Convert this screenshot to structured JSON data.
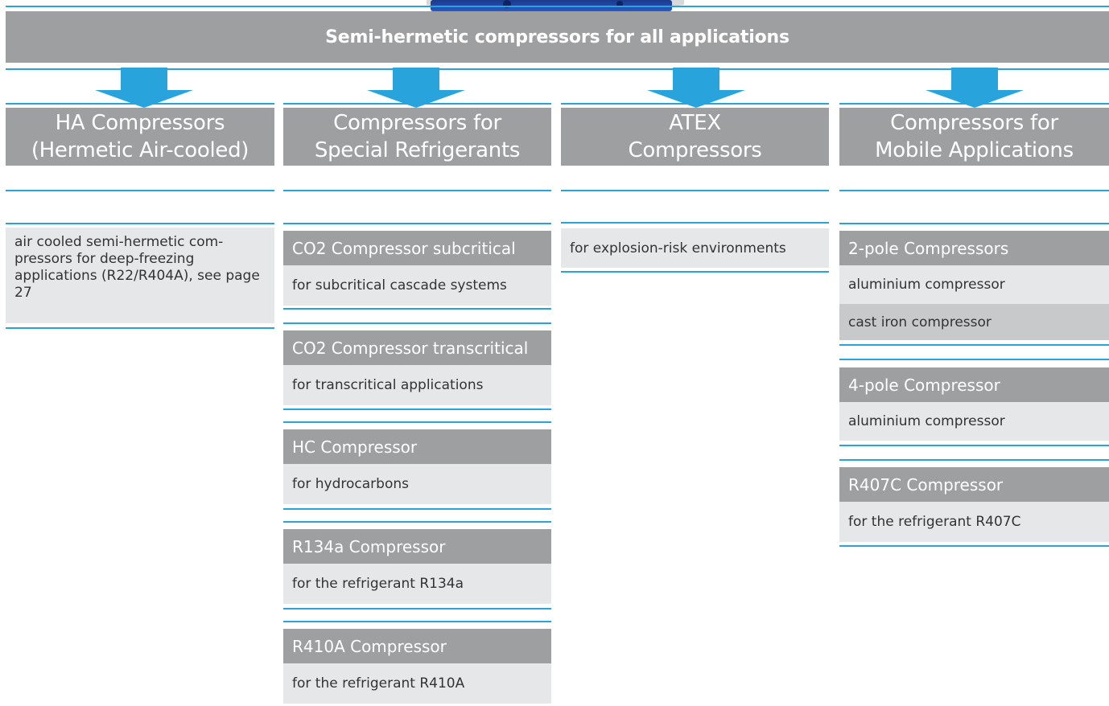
{
  "title": "Semi-hermetic compressors for all applications",
  "colors": {
    "accent_blue": "#29a3dc",
    "box_gray": "#9e9fa1",
    "desc_bg": "#e6e7e9",
    "desc_bg_dark": "#c8c9cb"
  },
  "columns": [
    {
      "heading": "HA Compressors\n(Hermetic Air-cooled)",
      "items": [
        {
          "name": "",
          "descriptions": [
            "air cooled semi-hermetic com-pressors for deep-freezing applications (R22/R404A), see page 27"
          ]
        }
      ]
    },
    {
      "heading": "Compressors for\nSpecial Refrigerants",
      "items": [
        {
          "name": "CO2 Compressor subcritical",
          "descriptions": [
            "for subcritical cascade systems"
          ]
        },
        {
          "name": "CO2 Compressor transcritical",
          "descriptions": [
            "for transcritical applications"
          ]
        },
        {
          "name": "HC Compressor",
          "descriptions": [
            "for hydrocarbons"
          ]
        },
        {
          "name": "R134a Compressor",
          "descriptions": [
            "for the refrigerant R134a"
          ]
        },
        {
          "name": "R410A Compressor",
          "descriptions": [
            "for the refrigerant R410A"
          ]
        }
      ]
    },
    {
      "heading": "ATEX\nCompressors",
      "items": [
        {
          "name": "",
          "descriptions": [
            "for explosion-risk environments"
          ]
        }
      ]
    },
    {
      "heading": "Compressors for\nMobile Applications",
      "items": [
        {
          "name": "2-pole Compressors",
          "descriptions": [
            "aluminium compressor",
            "cast iron compressor"
          ]
        },
        {
          "name": "4-pole Compressor",
          "descriptions": [
            "aluminium compressor"
          ]
        },
        {
          "name": "R407C Compressor",
          "descriptions": [
            "for the refrigerant R407C"
          ]
        }
      ]
    }
  ]
}
